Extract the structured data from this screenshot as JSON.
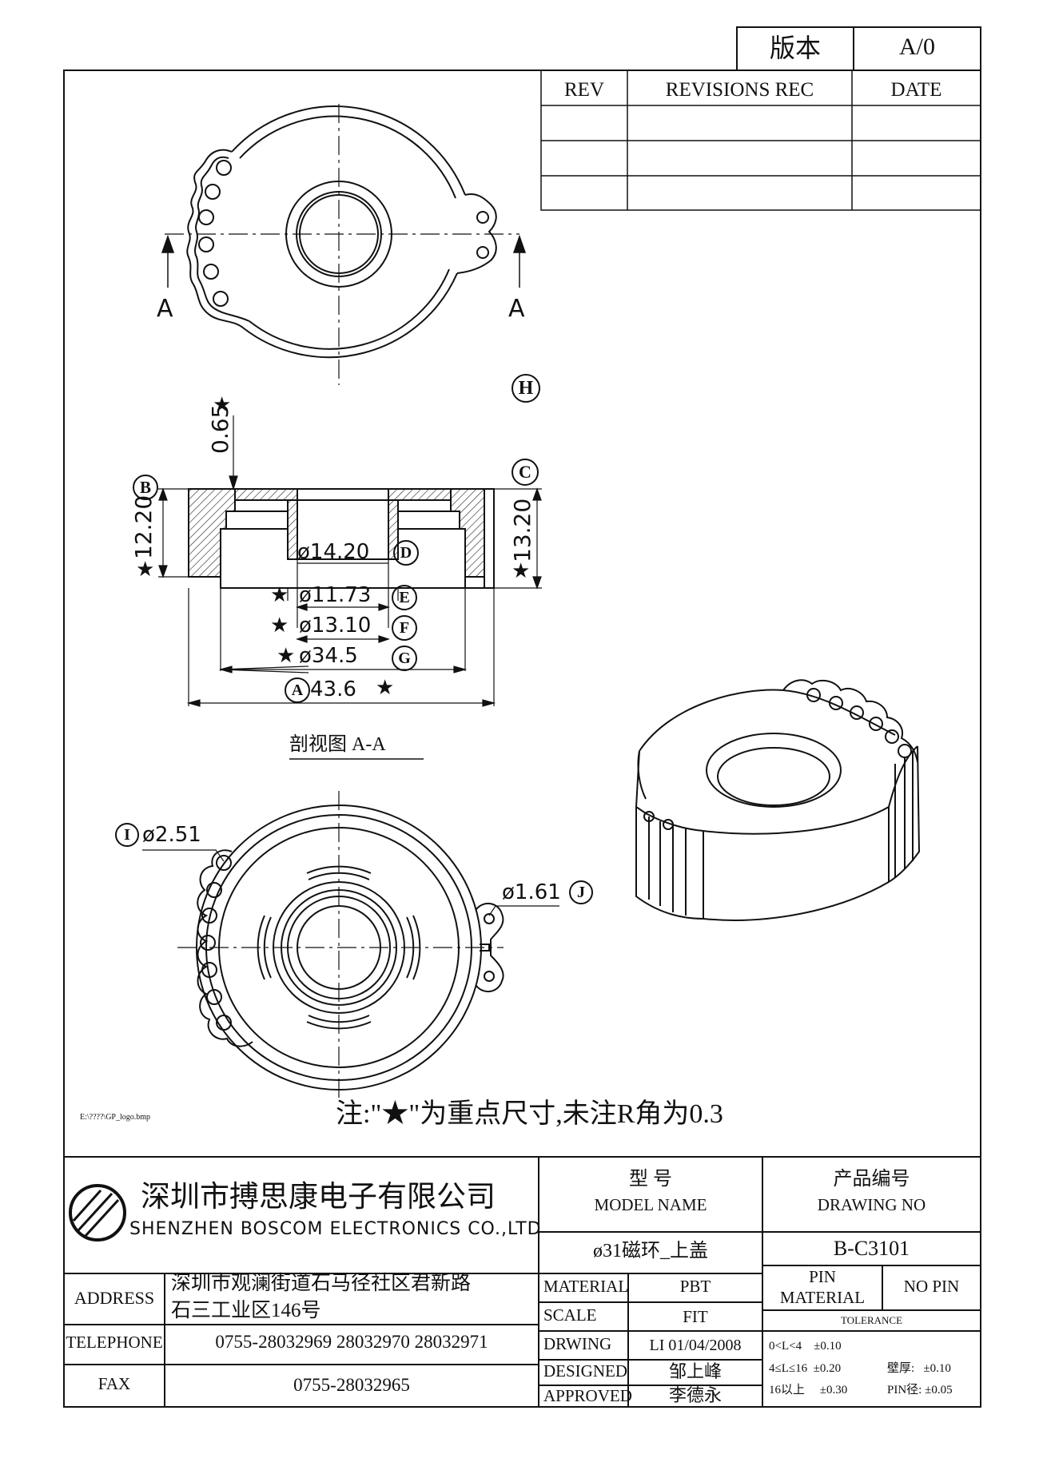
{
  "version": {
    "label": "版本",
    "value": "A/0"
  },
  "revisions": {
    "headers": [
      "REV",
      "REVISIONS REC",
      "DATE"
    ]
  },
  "callouts": {
    "A": "A",
    "B": "B",
    "C": "C",
    "D": "D",
    "E": "E",
    "F": "F",
    "G": "G",
    "H": "H",
    "I": "I",
    "J": "J"
  },
  "star": "★",
  "section_marks": {
    "left": "A",
    "right": "A"
  },
  "dims": {
    "d065": "0.65",
    "d1220": "12.20",
    "d1320": "13.20",
    "d1420": "ø14.20",
    "d1173": "ø11.73",
    "d1310": "ø13.10",
    "d345": "ø34.5",
    "d436": "43.6",
    "d251": "ø2.51",
    "d161": "ø1.61"
  },
  "section_title": "剖视图 A-A",
  "note": "注:\"★\"为重点尺寸,未注R角为0.3",
  "logo_path": "E:\\????\\GP_logo.bmp",
  "company": {
    "cn": "深圳市搏思康电子有限公司",
    "en": "SHENZHEN BOSCOM ELECTRONICS CO.,LTD"
  },
  "model": {
    "label_cn": "型      号",
    "label_en": "MODEL NAME",
    "value": "ø31磁环_上盖"
  },
  "drawing_no": {
    "label_cn": "产品编号",
    "label_en": "DRAWING NO",
    "value": "B-C3101"
  },
  "address": {
    "label": "ADDRESS",
    "line1": "深圳市观澜街道石马径社区君新路",
    "line2": "石三工业区146号"
  },
  "telephone": {
    "label": "TELEPHONE",
    "value": "0755-28032969 28032970 28032971"
  },
  "fax": {
    "label": "FAX",
    "value": "0755-28032965"
  },
  "material": {
    "label": "MATERIAL",
    "value": "PBT"
  },
  "scale": {
    "label": "SCALE",
    "value": "FIT"
  },
  "drawing": {
    "label": "DRWING",
    "value": "LI 01/04/2008"
  },
  "designed": {
    "label": "DESIGNED",
    "value": "邹上峰"
  },
  "approved": {
    "label": "APPROVED",
    "value": "李德永"
  },
  "pin": {
    "label_1": "PIN",
    "label_2": "MATERIAL",
    "value": "NO PIN"
  },
  "tolerance": {
    "title": "TOLERANCE",
    "row1": "0<L<4    ±0.10",
    "row2": "4≤L≤16  ±0.20",
    "row3": "16以上     ±0.30",
    "wall": "壁厚:   ±0.10",
    "pin": "PIN径: ±0.05"
  }
}
